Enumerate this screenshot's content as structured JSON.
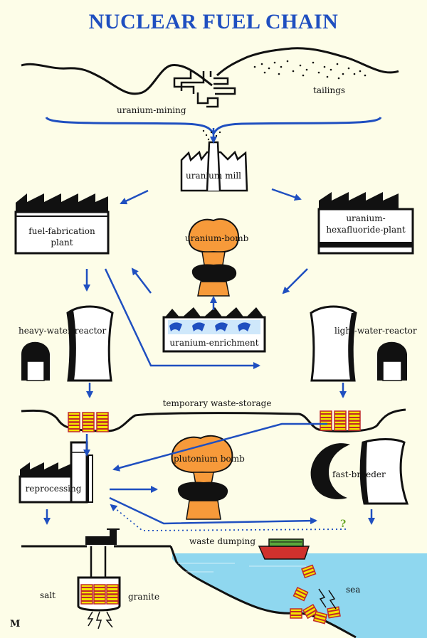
{
  "title": "NUCLEAR FUEL CHAIN",
  "labels": {
    "tailings": "tailings",
    "uranium_mining": "uranium-mining",
    "uranium_mill": "uranium mill",
    "fuel_fabrication_line1": "fuel-fabrication",
    "fuel_fabrication_line2": "plant",
    "uranium_hexafluoride_line1": "uranium-",
    "uranium_hexafluoride_line2": "hexafluoride-plant",
    "uranium_bomb": "uranium-bomb",
    "heavy_water_reactor": "heavy-water-reactor",
    "light_water_reactor": "light-water-reactor",
    "uranium_enrichment": "uranium-enrichment",
    "temporary_waste_storage": "temporary waste-storage",
    "plutonium_bomb": "plutonium bomb",
    "fast_breeder": "fast-breeder",
    "reprocessing": "reprocessing",
    "question_mark": "?",
    "waste_dumping": "waste dumping",
    "salt": "salt",
    "granite": "granite",
    "sea": "sea",
    "signature": "M"
  },
  "colors": {
    "title": "#1f4fc0",
    "arrow": "#1f4fc0",
    "bomb": "#f79a3a",
    "barrel_fill": "#f5e400",
    "barrel_band": "#d0312d",
    "sea": "#8fd7ef",
    "question": "#6aa82a",
    "ship_hull": "#d0312d",
    "ship_deck": "#5aa83c",
    "background": "#fdfde8"
  }
}
